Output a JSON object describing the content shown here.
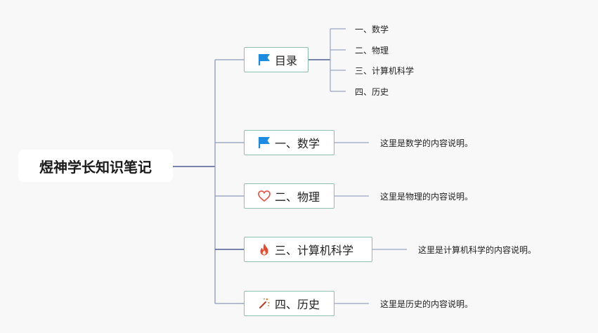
{
  "root": {
    "title": "煜神学长知识笔记"
  },
  "toc": {
    "label": "目录",
    "icon": "blue-flag-icon",
    "items": [
      "一、数学",
      "二、物理",
      "三、计算机科学",
      "四、历史"
    ]
  },
  "topics": [
    {
      "label": "一、数学",
      "icon": "blue-flag-icon",
      "note": "这里是数学的内容说明。"
    },
    {
      "label": "二、物理",
      "icon": "heart-outline-icon",
      "note": "这里是物理的内容说明。"
    },
    {
      "label": "三、计算机科学",
      "icon": "flame-icon",
      "note": "这里是计算机科学的内容说明。"
    },
    {
      "label": "四、历史",
      "icon": "magic-wand-icon",
      "note": "这里是历史的内容说明。"
    }
  ],
  "colors": {
    "connector": "#4d5f96",
    "connector_light": "#9aa4c4",
    "node_border": "#8fbfaf",
    "flag": "#1d8ce0",
    "heart": "#e25b4f",
    "flame": "#e8482c"
  }
}
